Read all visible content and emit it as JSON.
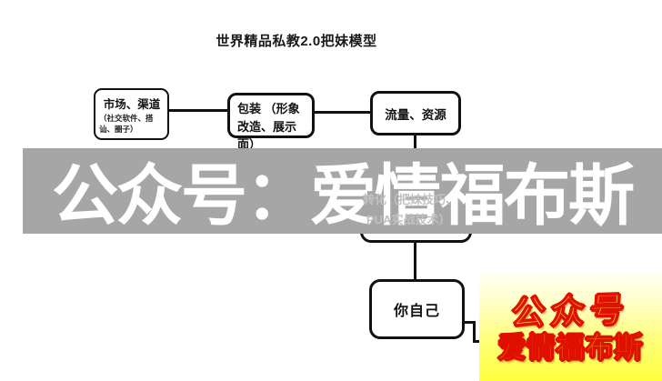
{
  "page": {
    "title": "世界精品私教2.0把妹模型"
  },
  "nodes": {
    "market": {
      "label": "市场、渠道",
      "sublabel": "（社交软件、搭讪、圈子）"
    },
    "packaging": {
      "label": "包装 （形象改造、展示面）"
    },
    "traffic": {
      "label": "流量、资源"
    },
    "conversion": {
      "label": "转化（把妹技巧、PUA实战技术）",
      "line1": "转化（把妹技巧、",
      "line2": "PUA实战技术）"
    },
    "self": {
      "label": "你自己"
    }
  },
  "watermark": {
    "band_text": "公众号：爱情福布斯",
    "band_color": "#a6a6a6",
    "band_text_color": "#ffffff"
  },
  "badge": {
    "line1": "公众号",
    "line2": "爱情福布斯",
    "text_color": "#ffe11a",
    "outline_color": "#e01000",
    "background_top": "#fffff4",
    "background_bottom": "#ffff3f"
  },
  "colors": {
    "node_border": "#111111",
    "connector": "#111111",
    "background": "#ffffff"
  }
}
